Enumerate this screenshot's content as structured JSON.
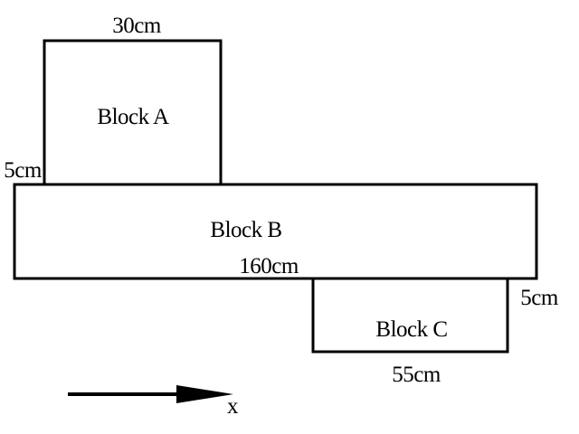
{
  "diagram": {
    "blocks": {
      "a": {
        "label": "Block A",
        "width_label": "30cm",
        "offset_label": "5cm"
      },
      "b": {
        "label": "Block B",
        "width_label": "160cm"
      },
      "c": {
        "label": "Block C",
        "width_label": "55cm",
        "offset_label": "5cm"
      }
    },
    "axis": {
      "label": "x"
    },
    "colors": {
      "stroke": "#000000",
      "fill": "#ffffff"
    }
  }
}
